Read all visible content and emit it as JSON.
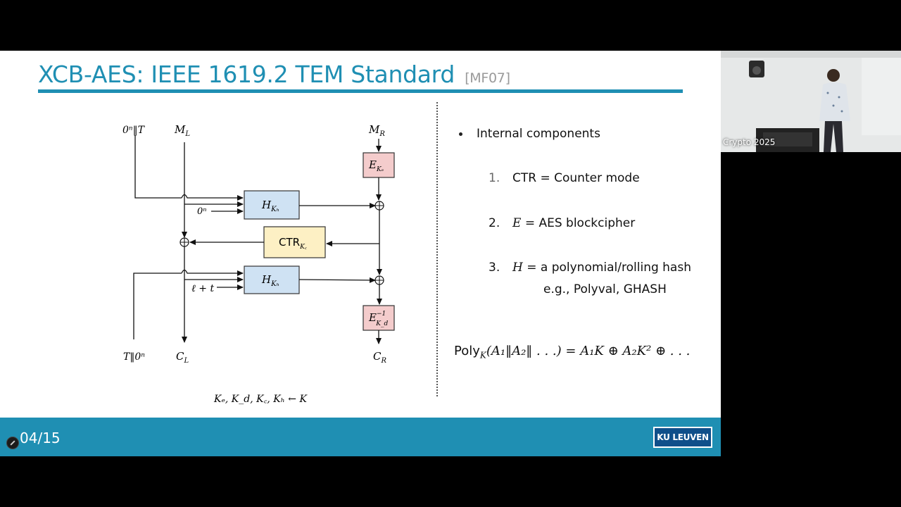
{
  "slide": {
    "title": "XCB-AES: IEEE 1619.2 TEM Standard",
    "title_ref": "[MF07]",
    "diagram": {
      "labels": {
        "zero_T": "0ⁿ‖T",
        "ML": "M",
        "ML_sub": "L",
        "MR": "M",
        "MR_sub": "R",
        "E_top": "E",
        "E_top_sub": "Kₑ",
        "H_top": "H",
        "H_sub": "Kₕ",
        "zero_n": "0ⁿ",
        "ctr": "CTR",
        "ctr_sub": "K꜀",
        "H_bot": "H",
        "ell_t": "ℓ + t",
        "E_bot": "E",
        "E_bot_sup": "−1",
        "E_bot_sub": "K_d",
        "T_zero": "T‖0ⁿ",
        "CL": "C",
        "CL_sub": "L",
        "CR": "C",
        "CR_sub": "R",
        "keys": "Kₑ, K_d, K꜀, Kₕ ← K"
      }
    },
    "bullet": "Internal components",
    "components": [
      {
        "num": "1.",
        "text": "CTR = Counter mode"
      },
      {
        "num": "2.",
        "sym": "E",
        "text": " = AES blockcipher"
      },
      {
        "num": "3.",
        "sym": "H",
        "text": " = a polynomial/rolling hash"
      }
    ],
    "component_example": "e.g., Polyval, GHASH",
    "formula": {
      "poly": "Poly",
      "poly_sub": "K",
      "expr": "(A₁‖A₂‖ . . .) = A₁K ⊕ A₂K² ⊕ . . ."
    },
    "page": "04/15",
    "logo": "KU LEUVEN"
  },
  "webcam": {
    "label": "Crypto 2025"
  },
  "colors": {
    "accent": "#1f8fb3",
    "hash_box": "#cfe2f3",
    "ctr_box": "#fdf0c4",
    "e_box": "#f4cccc"
  }
}
